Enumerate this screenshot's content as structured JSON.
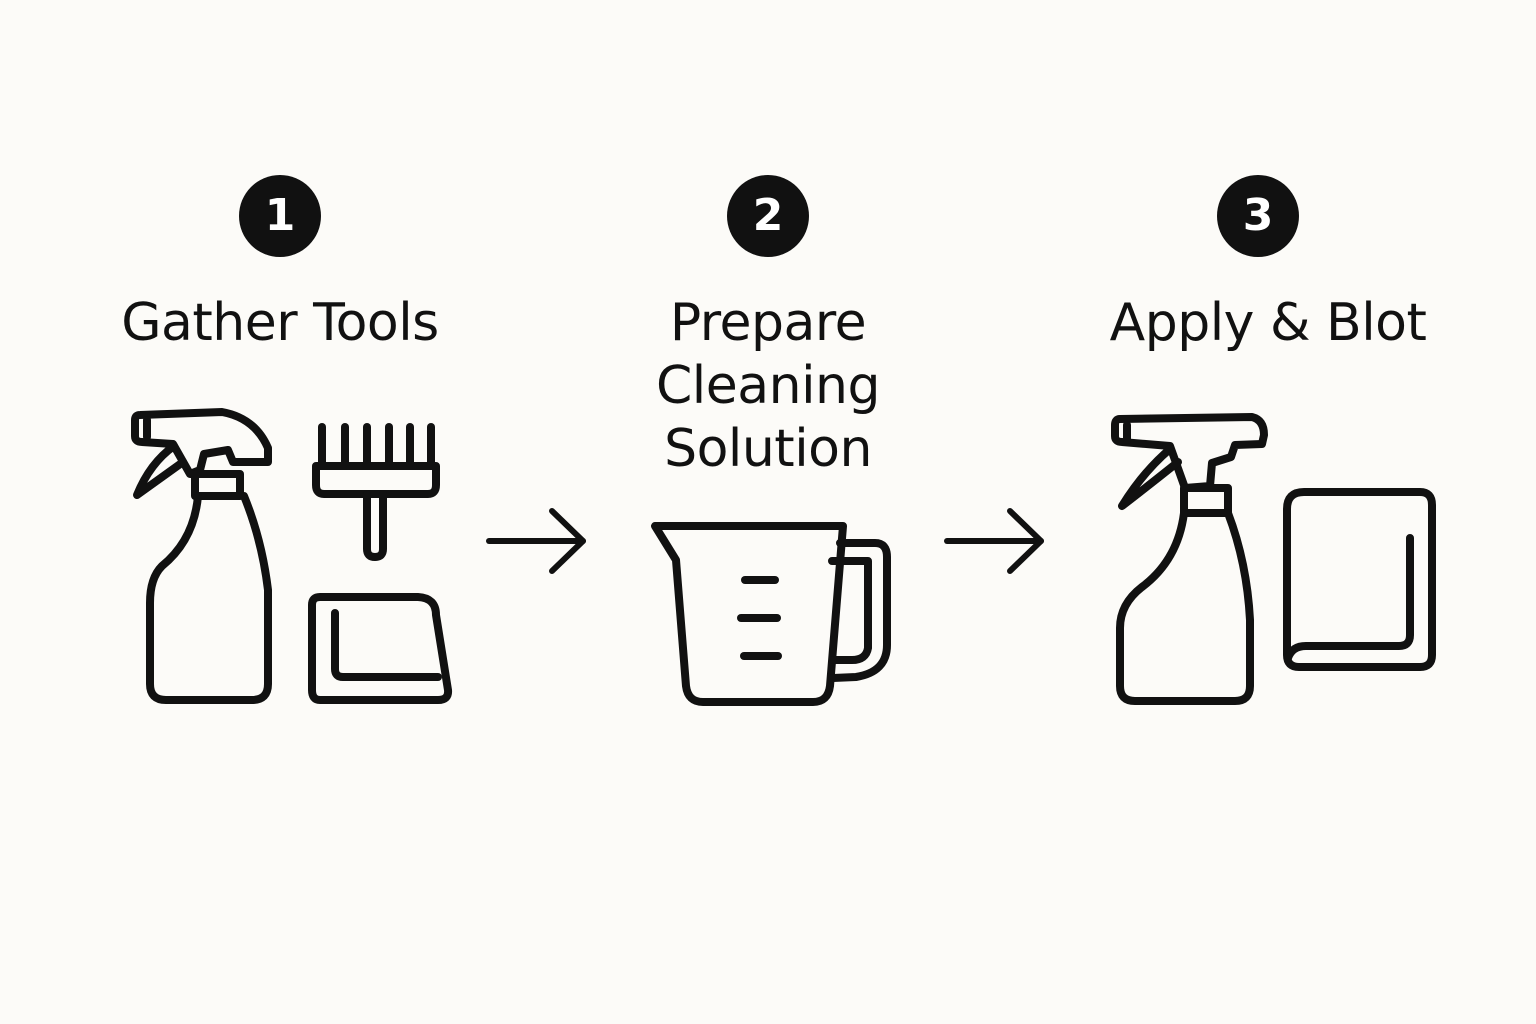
{
  "steps": [
    {
      "number": "1",
      "title_lines": [
        "Gather Tools"
      ],
      "icons": [
        "spray-bottle-icon",
        "brush-icon",
        "cloth-icon"
      ]
    },
    {
      "number": "2",
      "title_lines": [
        "Prepare",
        "Cleaning",
        "Solution"
      ],
      "icons": [
        "measuring-cup-icon"
      ]
    },
    {
      "number": "3",
      "title_lines": [
        "Apply & Blot"
      ],
      "icons": [
        "spray-bottle-icon",
        "towel-icon"
      ]
    }
  ],
  "connectors": [
    "arrow-right-icon",
    "arrow-right-icon"
  ],
  "colors": {
    "background": "#fcfbf8",
    "ink": "#111111",
    "badge_text": "#ffffff"
  }
}
